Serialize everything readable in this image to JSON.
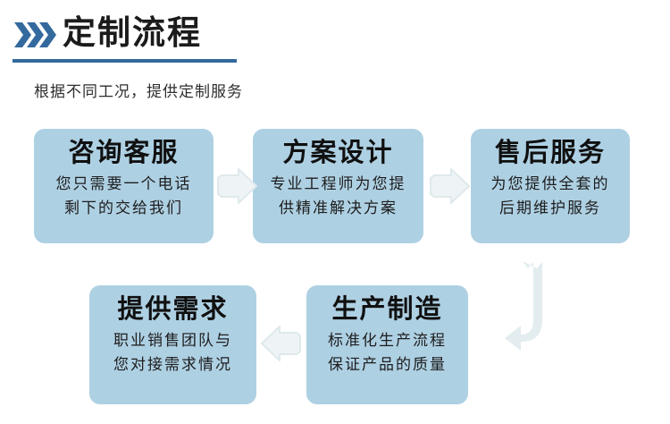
{
  "header": {
    "chevron_icon": "triple-chevron-right-icon",
    "title": "定制流程",
    "subtitle": "根据不同工况，提供定制服务",
    "accent_color": "#34699e",
    "rule_color": "#34699e"
  },
  "theme": {
    "box_fill": "#aed0e3",
    "arrow_fill": "#e3ecef",
    "title_text_color": "#101010",
    "body_text_color": "#1d1d1d",
    "background": "#ffffff"
  },
  "flow": {
    "steps": [
      {
        "id": "consult",
        "title": "咨询客服",
        "lines": [
          "您只需要一个电话",
          "剩下的交给我们"
        ]
      },
      {
        "id": "design",
        "title": "方案设计",
        "lines": [
          "专业工程师为您提",
          "供精准解决方案"
        ]
      },
      {
        "id": "after-sales",
        "title": "售后服务",
        "lines": [
          "为您提供全套的",
          "后期维护服务"
        ]
      },
      {
        "id": "demand",
        "title": "提供需求",
        "lines": [
          "职业销售团队与",
          "您对接需求情况"
        ]
      },
      {
        "id": "produce",
        "title": "生产制造",
        "lines": [
          "标准化生产流程",
          "保证产品的质量"
        ]
      }
    ],
    "connectors": [
      {
        "id": "consult-to-design",
        "icon": "arrow-right-icon"
      },
      {
        "id": "design-to-aftersales",
        "icon": "arrow-right-icon"
      },
      {
        "id": "produce-to-demand",
        "icon": "arrow-left-icon"
      },
      {
        "id": "aftersales-to-produce",
        "icon": "arrow-uturn-down-left-icon"
      }
    ]
  }
}
